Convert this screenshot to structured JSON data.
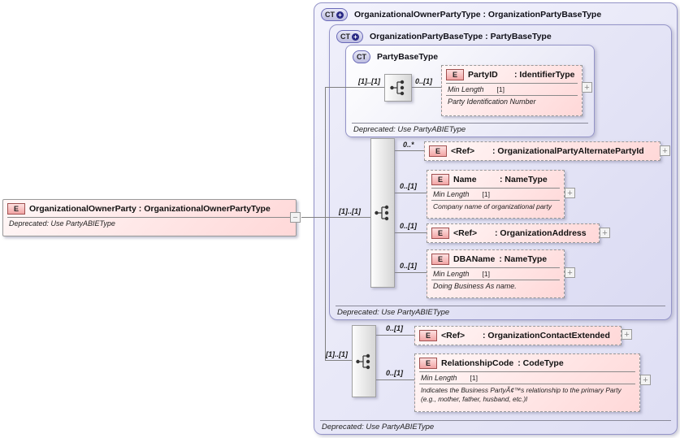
{
  "colors": {
    "element_box_border": "#a05050",
    "element_fill_light": "#fff7f7",
    "element_fill_dark": "#ffd8d8",
    "complextype_border": "#9494c8",
    "complextype_fill": "#dedef4",
    "line": "#808080"
  },
  "badges": {
    "element": "E",
    "complextype": "CT",
    "expand": "+",
    "collapse": "−"
  },
  "root_element": {
    "title": "OrganizationalOwnerParty : OrganizationalOwnerPartyType",
    "deprecated": "Deprecated: Use PartyABIEType"
  },
  "outer_type": {
    "title": "OrganizationalOwnerPartyType : OrganizationPartyBaseType",
    "deprecated": "Deprecated: Use PartyABIEType"
  },
  "base_type": {
    "title": "OrganizationPartyBaseType : PartyBaseType",
    "deprecated": "Deprecated: Use PartyABIEType"
  },
  "party_base_type": {
    "title": "PartyBaseType",
    "deprecated": "Deprecated: Use PartyABIEType"
  },
  "cardinality": {
    "group1": "[1]..[1]",
    "group2": "[1]..[1]",
    "group3": "[1]..[1]",
    "party_id": "0..[1]",
    "alternate_party_ref": "0..*",
    "name": "0..[1]",
    "address_ref": "0..[1]",
    "dba_name": "0..[1]",
    "contact_ref": "0..[1]",
    "relationship_code": "0..[1]"
  },
  "elements": {
    "party_id": {
      "name": "PartyID",
      "type": ": IdentifierType",
      "facet_name": "Min Length",
      "facet_value": "[1]",
      "annotation": "Party Identification Number"
    },
    "alternate_party_ref": {
      "name": "<Ref>",
      "type": ": OrganizationalPartyAlternatePartyId"
    },
    "name": {
      "name": "Name",
      "type": ": NameType",
      "facet_name": "Min Length",
      "facet_value": "[1]",
      "annotation": "Company name of organizational party"
    },
    "address_ref": {
      "name": "<Ref>",
      "type": ": OrganizationAddress"
    },
    "dba_name": {
      "name": "DBAName",
      "type": ": NameType",
      "facet_name": "Min Length",
      "facet_value": "[1]",
      "annotation": "Doing Business As name."
    },
    "contact_ref": {
      "name": "<Ref>",
      "type": ": OrganizationContactExtended"
    },
    "relationship_code": {
      "name": "RelationshipCode",
      "type": ": CodeType",
      "facet_name": "Min Length",
      "facet_value": "[1]",
      "annotation_line1": "Indicates the Business PartyÃ¢™s relationship to the primary Party",
      "annotation_line2": "(e.g., mother, father, husband, etc.)l"
    }
  }
}
